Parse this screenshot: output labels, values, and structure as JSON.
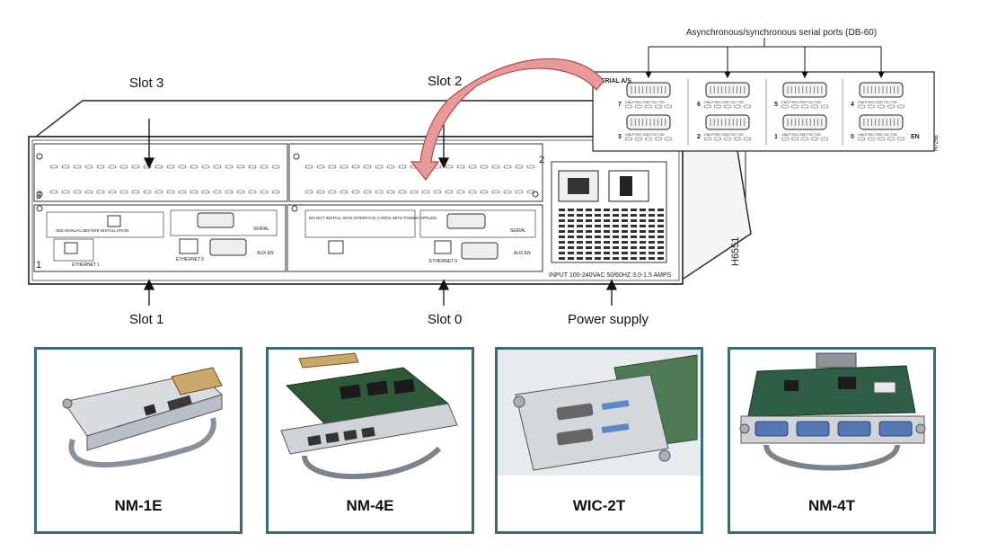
{
  "diagram": {
    "port_panel_title": "Asynchronous/synchronous serial ports (DB-60)",
    "slot_labels": {
      "slot3": "Slot 3",
      "slot2": "Slot 2",
      "slot1": "Slot 1",
      "slot0": "Slot 0",
      "power": "Power supply"
    },
    "chassis_text": {
      "num_3": "3",
      "num_2": "2",
      "num_1": "1",
      "ethernet1": "ETHERNET 1",
      "ethernet0_a": "ETHERNET 0",
      "ethernet0_b": "ETHERNET 0",
      "aux_en_a": "AUX EN",
      "aux_en_b": "AUX EN",
      "serial_a": "SERIAL",
      "serial_b": "SERIAL",
      "warning": "DO NOT INSTALL WAN INTERFACE CARDS WITH POWER APPLIED",
      "see_manual": "SEE MANUAL BEFORE INSTALLATION",
      "input_rating": "INPUT 100-240VAC 50/60HZ 3.0-1.5 AMPS",
      "figure_id": "H6551"
    },
    "serial_panel": {
      "label": "SERIAL A/S",
      "en": "EN",
      "figure_id": "H7256",
      "led_labels": "CN/LP RXC RXD TXC TXD",
      "ports_top": [
        "7",
        "6",
        "5",
        "4"
      ],
      "ports_bottom": [
        "3",
        "2",
        "1",
        "0"
      ]
    },
    "modules": [
      "NM-1E",
      "NM-4E",
      "WIC-2T",
      "NM-4T"
    ]
  },
  "colors": {
    "card_border": "#3e6b70",
    "arrow_fill": "#e89a9a",
    "arrow_stroke": "#b04848"
  }
}
